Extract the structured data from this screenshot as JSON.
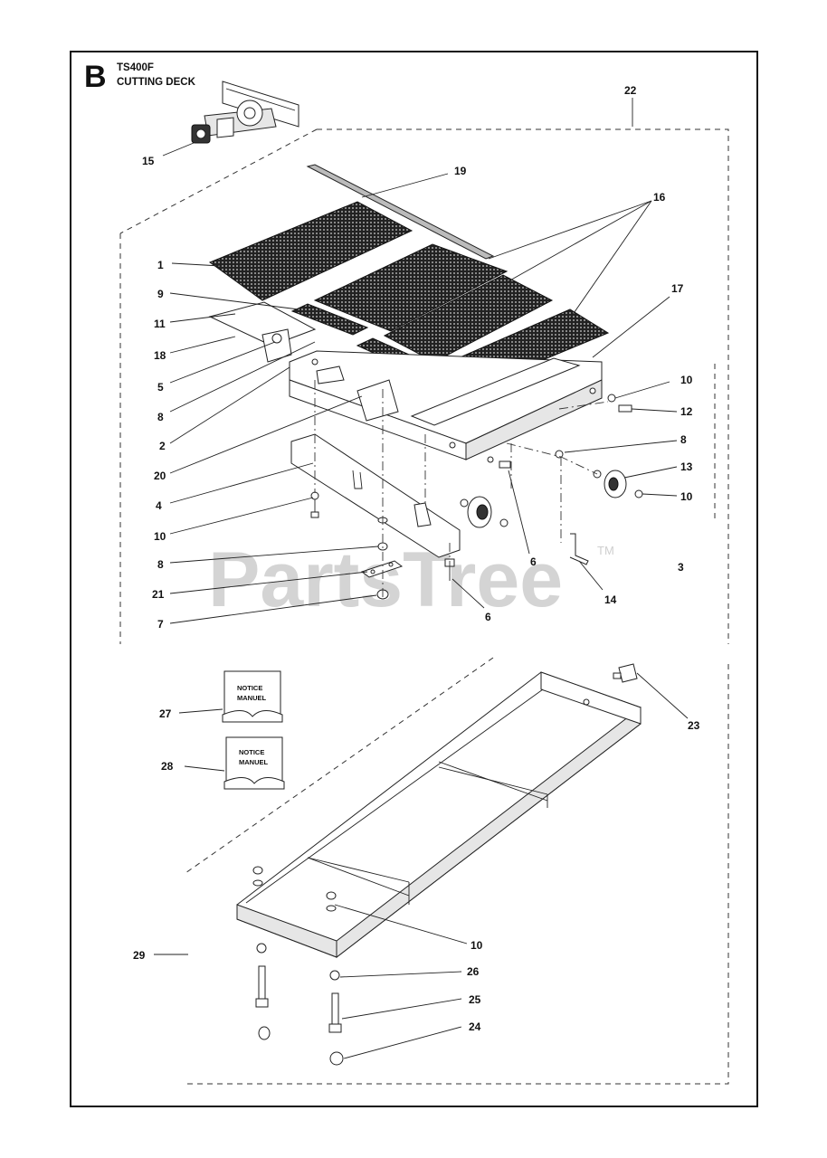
{
  "header": {
    "section_letter": "B",
    "model": "TS400F",
    "assembly": "CUTTING DECK"
  },
  "watermark": {
    "text": "PartsTree",
    "trademark": "TM"
  },
  "books": {
    "line1": "NOTICE",
    "line2": "MANUEL"
  },
  "callouts": [
    "22",
    "15",
    "19",
    "16",
    "1",
    "9",
    "11",
    "18",
    "5",
    "8",
    "2",
    "20",
    "4",
    "10",
    "8",
    "21",
    "7",
    "17",
    "10",
    "12",
    "8",
    "13",
    "10",
    "6",
    "6",
    "3",
    "14",
    "27",
    "28",
    "23",
    "29",
    "10",
    "26",
    "25",
    "24"
  ]
}
